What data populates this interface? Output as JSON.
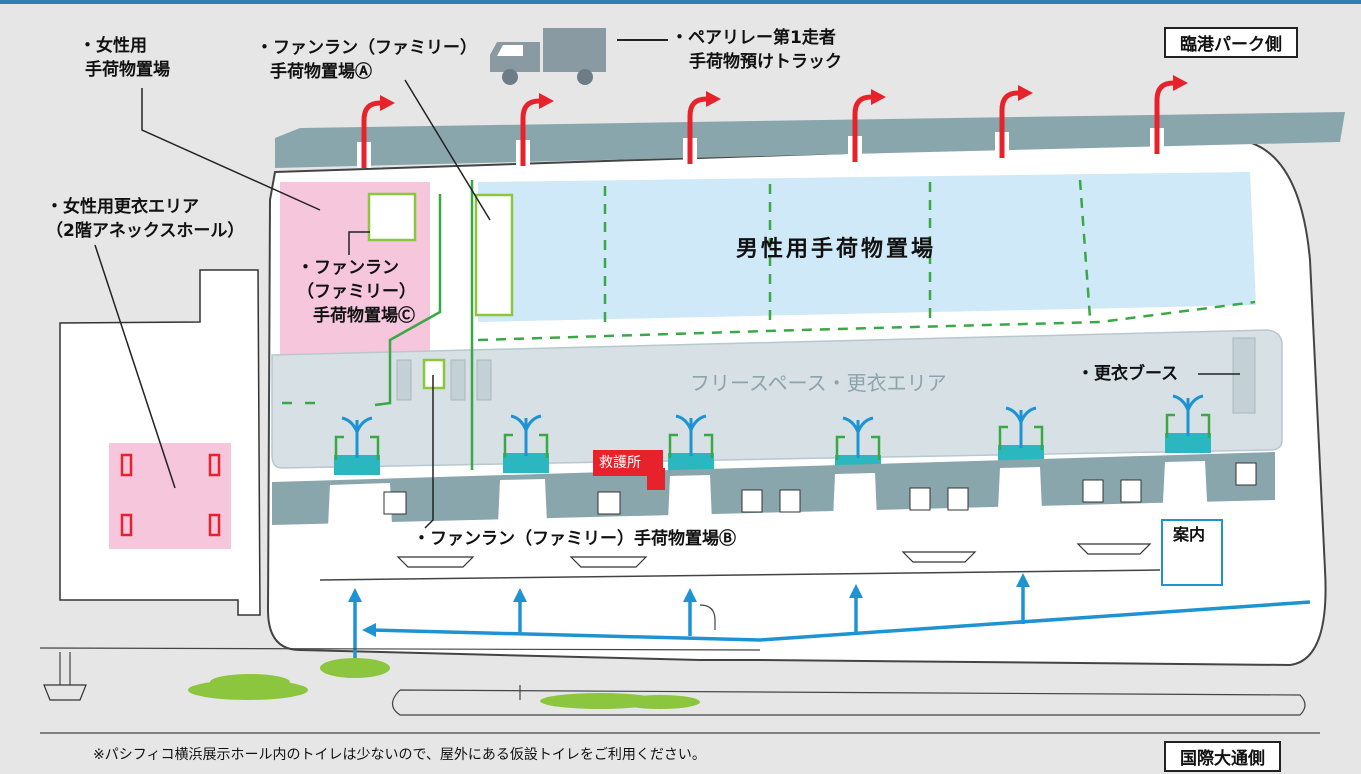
{
  "side_labels": {
    "top": "臨港パーク側",
    "bottom": "国際大通側"
  },
  "labels": {
    "women_baggage": [
      "・女性用",
      "手荷物置場"
    ],
    "funrun_a": [
      "・ファンラン（ファミリー）",
      "手荷物置場Ⓐ"
    ],
    "truck": [
      "・ペアリレー第1走者",
      "手荷物預けトラック"
    ],
    "women_changing": [
      "・女性用更衣エリア",
      "（2階アネックスホール）"
    ],
    "funrun_c": [
      "・ファンラン",
      "（ファミリー）",
      "手荷物置場Ⓒ"
    ],
    "men_baggage": "男性用手荷物置場",
    "free_space": "フリースペース・更衣エリア",
    "changing_booth": "・更衣ブース",
    "first_aid": "救護所",
    "funrun_b": "・ファンラン（ファミリー）手荷物置場Ⓑ",
    "info": "案内"
  },
  "footnote": "※パシフィコ横浜展示ホール内のトイレは少ないので、屋外にある仮設トイレをご利用ください。",
  "colors": {
    "background": "#e6e6e6",
    "building_band": "#89a6ad",
    "men_area": "#cfe9f8",
    "women_area": "#f5c6dc",
    "free_space": "#d6e0e5",
    "arrow_red": "#e8222b",
    "arrow_blue": "#1e93d2",
    "green": "#39a845",
    "teal": "#2ab7c0",
    "first_aid": "#e8222b"
  }
}
